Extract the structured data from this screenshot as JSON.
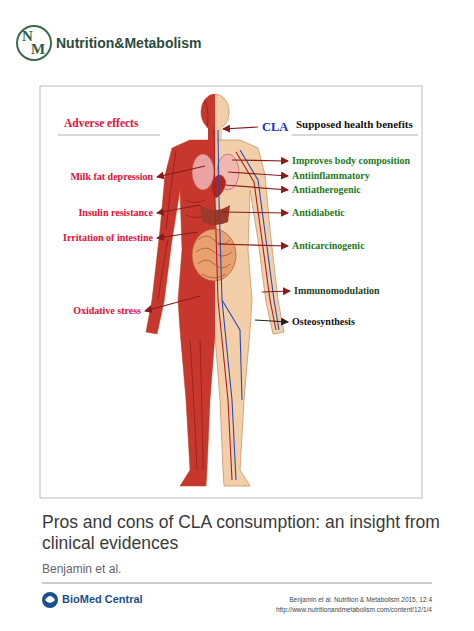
{
  "diagram": {
    "title": "Pros and cons of CLA consumption: an insight from clinical evidences",
    "labels": [
      "N",
      "M",
      "Nutrition&Metabolism",
      "Adverse effects",
      "CLA",
      "Supposed health benefits",
      "Milk fat depression",
      "Insulin resistance",
      "Irritation of intestine",
      "Oxidative stress",
      "Improves body composition",
      "Antiinflammatory",
      "Antiatherogenic",
      "Antidiabetic",
      "Anticarcinogenic",
      "Immunomodulation",
      "Osteosynthesis",
      "Benjamin et al.",
      "BioMed Central",
      "Benjamin et al. Nutrition & Metabolism 2015, 12:4",
      "http://www.nutritionandmetabolism.com/content/12/1/4"
    ]
  }
}
